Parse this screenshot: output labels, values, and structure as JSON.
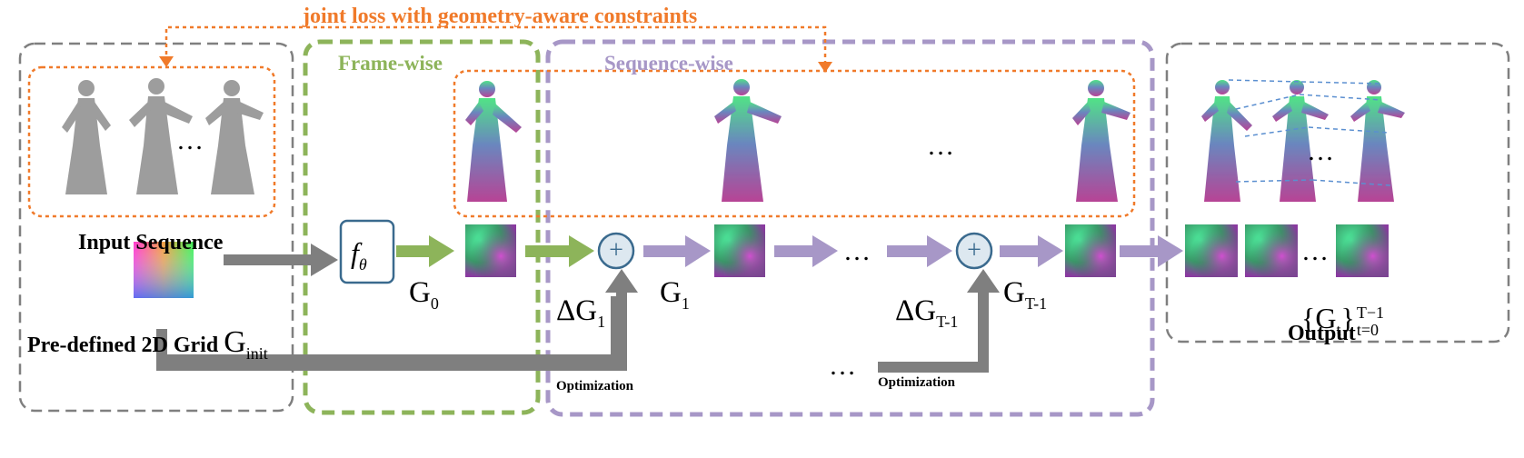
{
  "diagram": {
    "top_caption": "joint loss with geometry-aware constraints",
    "frame_wise_title": "Frame-wise",
    "sequence_wise_title": "Sequence-wise",
    "input_sequence_label": "Input Sequence",
    "grid_label": "Pre-defined 2D Grid",
    "grid_symbol": "G",
    "grid_symbol_sub": "init",
    "network_symbol": "f",
    "network_symbol_sub": "θ",
    "g0": "G",
    "g0_sub": "0",
    "delta_g1": "ΔG",
    "delta_g1_sub": "1",
    "g1": "G",
    "g1_sub": "1",
    "delta_gt": "ΔG",
    "delta_gt_sub": "T-1",
    "gt": "G",
    "gt_sub": "T-1",
    "optimization_label": "Optimization",
    "output_label": "Output",
    "output_set_open": "{G",
    "output_set_sub": "t",
    "output_set_close": "}",
    "output_set_upper": "T−1",
    "output_set_lower": "t=0",
    "ellipsis": "…",
    "plus_symbol": "+"
  },
  "colors": {
    "orange": "#f07a2a",
    "green": "#8db45a",
    "purple": "#a797c7",
    "gray": "#7f7f7f",
    "node_fill": "#dde8f0",
    "node_stroke": "#3a6a8e"
  }
}
